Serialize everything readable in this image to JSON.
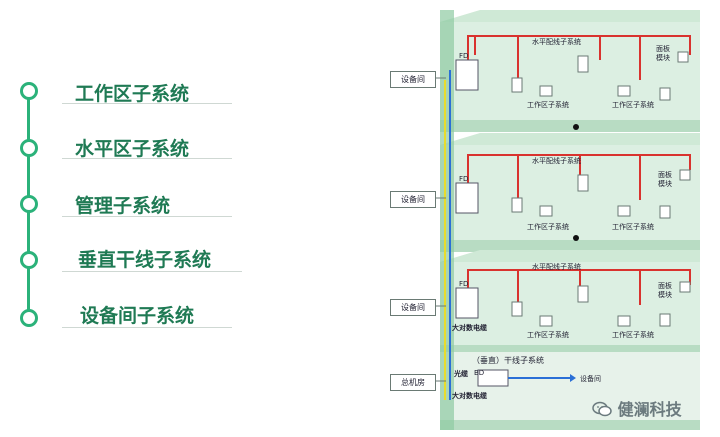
{
  "subsystems": [
    {
      "label": "工作区子系统"
    },
    {
      "label": "水平区子系统"
    },
    {
      "label": "管理子系统"
    },
    {
      "label": "垂直干线子系统"
    },
    {
      "label": "设备间子系统"
    }
  ],
  "floors": [
    {
      "equipment_room_tag": "设备间",
      "fd_label": "FD",
      "horizontal_label": "水平配线子系统",
      "panel_label_1": "面板",
      "panel_label_2": "模块",
      "work_area_labels": [
        "工作区子系统",
        "工作区子系统"
      ]
    },
    {
      "equipment_room_tag": "设备间",
      "fd_label": "FD",
      "horizontal_label": "水平配线子系统",
      "panel_label_1": "面板",
      "panel_label_2": "模块",
      "work_area_labels": [
        "工作区子系统",
        "工作区子系统"
      ]
    },
    {
      "equipment_room_tag": "设备间",
      "fd_label": "FD",
      "horizontal_label": "水平配线子系统",
      "panel_label_1": "面板",
      "panel_label_2": "模块",
      "work_area_labels": [
        "工作区子系统",
        "工作区子系统"
      ],
      "cable_label": "大对数电缆"
    }
  ],
  "basement": {
    "main_room_tag": "总机房",
    "vertical_label": "（垂直）干线子系统",
    "fiber_label": "光缆",
    "bd_label": "BD",
    "equipment_room_label": "设备间",
    "cable_label": "大对数电缆"
  },
  "watermark": {
    "icon": "wechat-icon",
    "text": "健澜科技"
  },
  "colors": {
    "accent": "#2bb27a",
    "cable_red": "#d9322e",
    "backbone_blue": "#2a6fd6",
    "backbone_yellow": "#e8dc2c",
    "floor_green": "#cfe9d6"
  }
}
